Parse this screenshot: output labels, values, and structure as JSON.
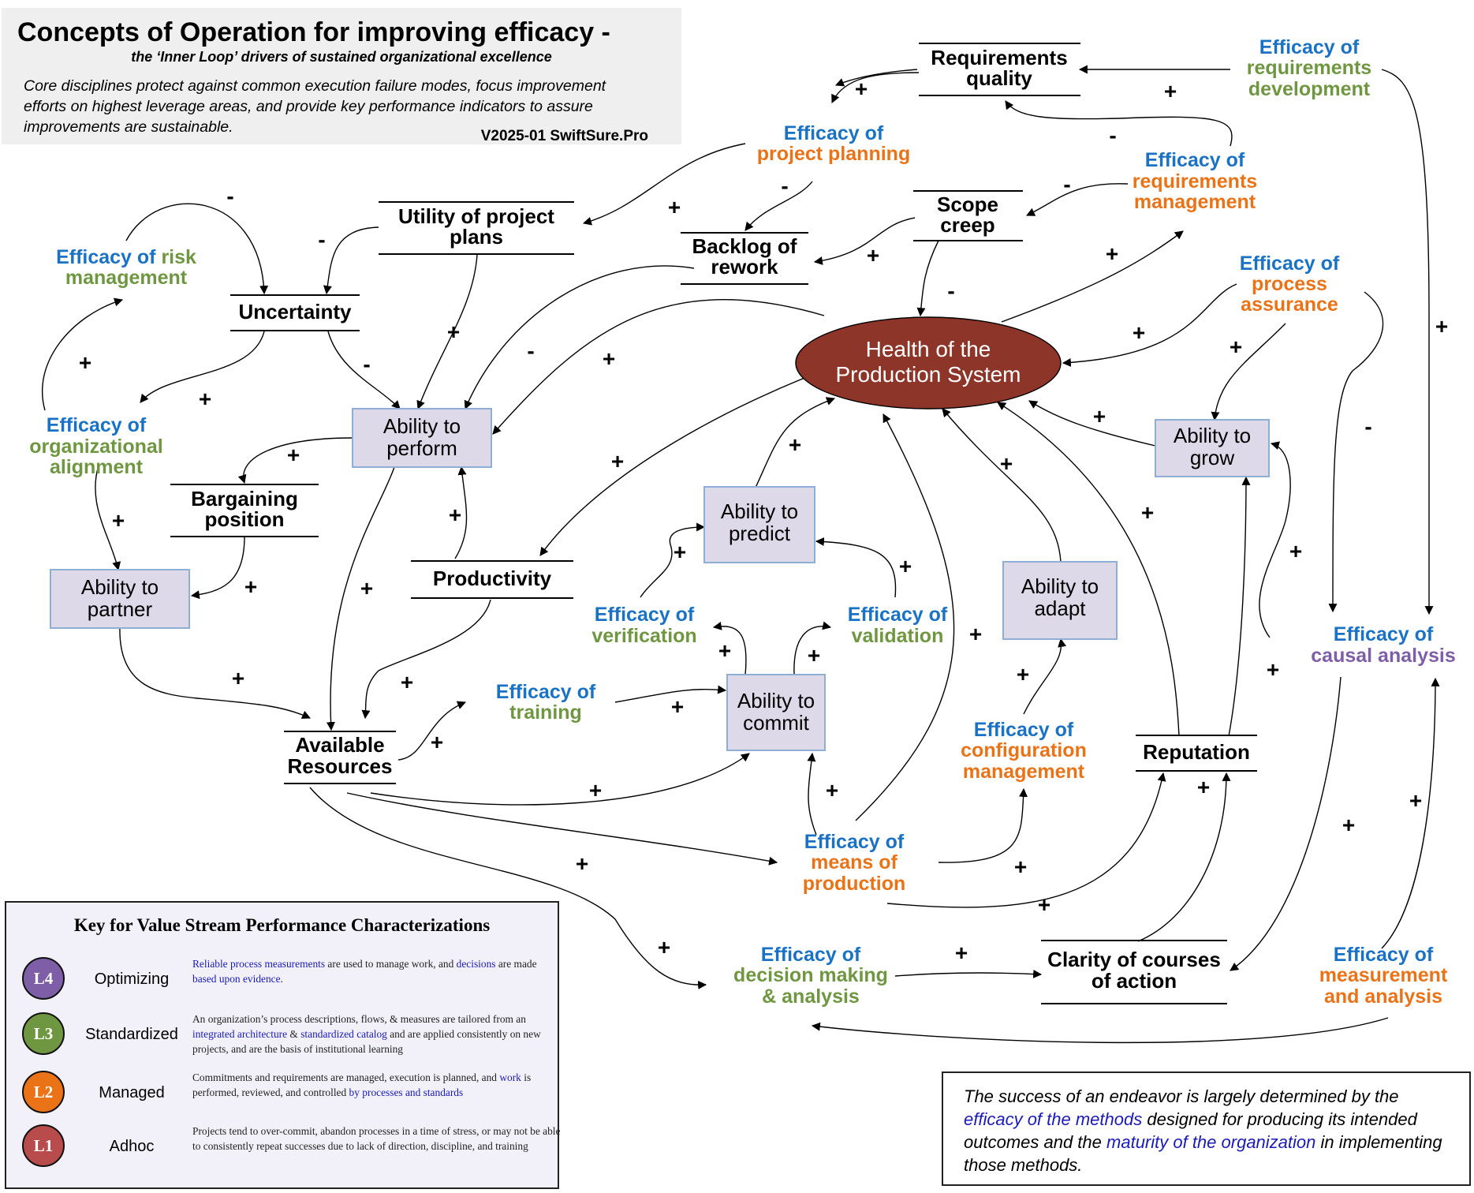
{
  "header": {
    "title": "Concepts of Operation for improving efficacy -",
    "subtitle": "the ‘Inner Loop’ drivers of sustained organizational excellence",
    "description": [
      "Core disciplines protect against common execution failure modes, focus improvement",
      "efforts on highest leverage areas, and provide key performance indicators to assure",
      "improvements are sustainable."
    ],
    "version": "V2025-01 SwiftSure.Pro"
  },
  "colors": {
    "blue": "#1a72c4",
    "green": "#6f9640",
    "orange": "#ea7318",
    "purple": "#7e5ea6",
    "core_fill": "#8e3529",
    "box_fill": "#ddd9e8",
    "box_border": "#8faed4"
  },
  "core": {
    "line1": "Health of the",
    "line2": "Production System"
  },
  "boxes": {
    "ability_to_perform": [
      "Ability to",
      "perform"
    ],
    "ability_to_partner": [
      "Ability to",
      "partner"
    ],
    "ability_to_predict": [
      "Ability to",
      "predict"
    ],
    "ability_to_commit": [
      "Ability to",
      "commit"
    ],
    "ability_to_adapt": [
      "Ability to",
      "adapt"
    ],
    "ability_to_grow": [
      "Ability to",
      "grow"
    ]
  },
  "stocks": {
    "requirements_quality": [
      "Requirements",
      "quality"
    ],
    "utility_of_project_plans": [
      "Utility of project",
      "plans"
    ],
    "backlog_of_rework": [
      "Backlog of",
      "rework"
    ],
    "scope_creep": [
      "Scope",
      "creep"
    ],
    "uncertainty": [
      "Uncertainty"
    ],
    "bargaining_position": [
      "Bargaining",
      "position"
    ],
    "productivity": [
      "Productivity"
    ],
    "available_resources": [
      "Available",
      "Resources"
    ],
    "reputation": [
      "Reputation"
    ],
    "clarity_of_courses": [
      "Clarity of courses",
      "of action"
    ]
  },
  "efficacies": {
    "requirements_development": [
      "Efficacy of",
      "requirements",
      "development"
    ],
    "project_planning": [
      "Efficacy of",
      "project planning"
    ],
    "requirements_management": [
      "Efficacy of",
      "requirements",
      "management"
    ],
    "risk_management_a": "Efficacy of ",
    "risk_management_b": "risk",
    "risk_management_c": "management",
    "process_assurance": [
      "Efficacy of",
      "process",
      "assurance"
    ],
    "organizational_alignment": [
      "Efficacy of",
      "organizational",
      "alignment"
    ],
    "verification": [
      "Efficacy of",
      "verification"
    ],
    "validation": [
      "Efficacy of",
      "validation"
    ],
    "training": [
      "Efficacy of",
      "training"
    ],
    "configuration_management": [
      "Efficacy of",
      "configuration",
      "management"
    ],
    "causal_analysis": [
      "Efficacy of",
      "causal analysis"
    ],
    "means_of_production": [
      "Efficacy of",
      "means of",
      "production"
    ],
    "decision_making": [
      "Efficacy of",
      "decision making",
      "& analysis"
    ],
    "measurement_analysis": [
      "Efficacy of",
      "measurement",
      "and analysis"
    ]
  },
  "signs": [
    "+",
    "+",
    "-",
    "-",
    "+",
    "-",
    "+",
    "-",
    "+",
    "-",
    "-",
    "+",
    "+",
    "-",
    "+",
    "+",
    "-",
    "+",
    "+",
    "+",
    "+",
    "+",
    "-",
    "+",
    "+",
    "+",
    "+",
    "+",
    "+",
    "+",
    "+",
    "+",
    "+",
    "+",
    "+",
    "+",
    "+",
    "+",
    "+",
    "+",
    "+",
    "+",
    "+",
    "+",
    "+",
    "+",
    "+",
    "+",
    "+",
    "+",
    "+",
    "+",
    "+",
    "+",
    "+",
    "+",
    "+",
    "+",
    "+",
    "+",
    "+"
  ],
  "key": {
    "title": "Key for Value Stream Performance Characterizations",
    "levels": [
      {
        "badge": "L4",
        "name": "Optimizing",
        "color": "#7e5ea6",
        "desc": [
          {
            "t": "Reliable process measurements",
            "h": true
          },
          {
            "t": " are used to manage work, and ",
            "h": false
          },
          {
            "t": "decisions",
            "h": true
          },
          {
            "t": " are made ",
            "h": false
          },
          {
            "t": "based upon evidence",
            "h": true
          },
          {
            "t": ".",
            "h": false
          }
        ]
      },
      {
        "badge": "L3",
        "name": "Standardized",
        "color": "#6f9640",
        "desc": [
          {
            "t": "An organization’s process descriptions, flows, & measures are tailored from an ",
            "h": false
          },
          {
            "t": "integrated architecture",
            "h": true
          },
          {
            "t": " & ",
            "h": false
          },
          {
            "t": "standardized catalog",
            "h": true
          },
          {
            "t": " and are applied consistently on new projects, and are the basis of institutional learning",
            "h": false
          }
        ]
      },
      {
        "badge": "L2",
        "name": "Managed",
        "color": "#ea7318",
        "desc": [
          {
            "t": "Commitments and requirements are managed, execution is planned, and ",
            "h": false
          },
          {
            "t": "work",
            "h": true
          },
          {
            "t": " is performed, reviewed, and controlled ",
            "h": false
          },
          {
            "t": "by processes and standards",
            "h": true
          }
        ]
      },
      {
        "badge": "L1",
        "name": "Adhoc",
        "color": "#b84b4b",
        "desc": [
          {
            "t": "Projects tend to over-commit, abandon processes in a time of stress, or may not be able to consistently repeat successes due to lack of direction, discipline, and training",
            "h": false
          }
        ]
      }
    ]
  },
  "quote": [
    {
      "t": "The success of an endeavor is largely determined by the ",
      "h": false
    },
    {
      "t": "efficacy of the methods",
      "h": true
    },
    {
      "t": " designed for producing its intended outcomes and the ",
      "h": false
    },
    {
      "t": "maturity of the organization",
      "h": true
    },
    {
      "t": " in implementing those methods.",
      "h": false
    }
  ]
}
